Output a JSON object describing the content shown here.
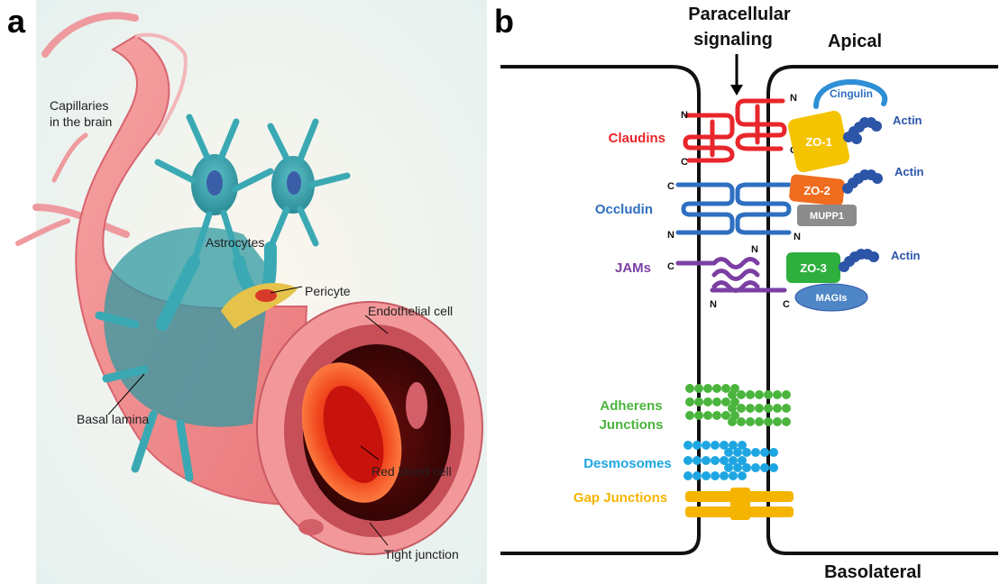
{
  "panel_a": {
    "letter": "a",
    "labels": {
      "capillaries_line1": "Capillaries",
      "capillaries_line2": "in the brain",
      "astrocytes": "Astrocytes",
      "pericyte": "Pericyte",
      "endothelial": "Endothelial cell",
      "basal_lamina": "Basal lamina",
      "red_blood_cell": "Red blood cell",
      "tight_junction": "Tight junction"
    }
  },
  "panel_b": {
    "letter": "b",
    "labels": {
      "paracellular_line1": "Paracellular",
      "paracellular_line2": "signaling",
      "apical": "Apical",
      "basolateral": "Basolateral",
      "claudins": "Claudins",
      "occludin": "Occludin",
      "jams": "JAMs",
      "adherens_line1": "Adherens",
      "adherens_line2": "Junctions",
      "desmosomes": "Desmosomes",
      "gap_junctions": "Gap Junctions",
      "cingulin": "Cingulin",
      "zo1": "ZO-1",
      "zo2": "ZO-2",
      "zo3": "ZO-3",
      "mupp1": "MUPP1",
      "magis": "MAGIs",
      "actin_1": "Actin",
      "actin_2": "Actin",
      "actin_3": "Actin",
      "terminal_n": "N",
      "terminal_c": "C"
    },
    "colors": {
      "claudins": "#e8262b",
      "occludin": "#2e6fc0",
      "jams": "#7b3fa3",
      "adherens": "#4bb43d",
      "desmosomes": "#1ea6e2",
      "gap_junctions": "#f5b400",
      "zo1": "#f5c400",
      "zo2": "#f06c1e",
      "zo3": "#2faf3e",
      "mupp1": "#8c8c8c",
      "magis": "#4f86c6",
      "actin": "#2c55a8"
    }
  }
}
